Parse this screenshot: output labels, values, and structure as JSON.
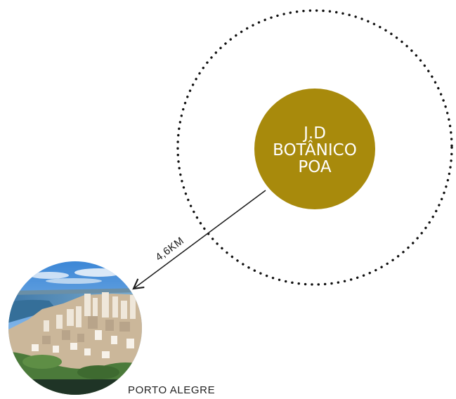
{
  "hub": {
    "lines": [
      "J.D",
      "BOTÂNICO",
      "POA"
    ],
    "color": "#A88A0C",
    "text_color": "#ffffff"
  },
  "distance": {
    "label": "4,6KM",
    "color": "#1a1a1a"
  },
  "city": {
    "name": "PORTO ALEGRE",
    "photo_description_icon": "city-photo-circle"
  },
  "ring": {
    "style": "dotted",
    "color": "#111111"
  }
}
